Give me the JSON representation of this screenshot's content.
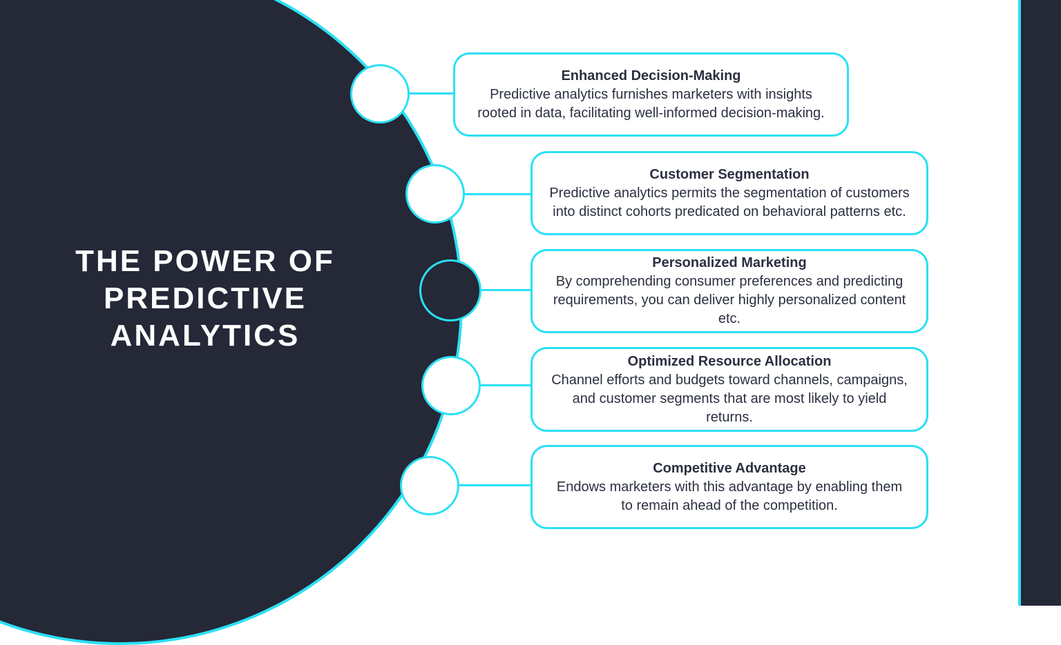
{
  "colors": {
    "dark": "#242837",
    "cyan": "#2be0f5",
    "text": "#2b3040",
    "white": "#ffffff"
  },
  "title": {
    "lines": [
      "THE POWER OF",
      "PREDICTIVE",
      "ANALYTICS"
    ]
  },
  "items": [
    {
      "title": "Enhanced Decision-Making",
      "body": "Predictive analytics furnishes marketers with insights rooted in data, facilitating well-informed decision-making."
    },
    {
      "title": "Customer Segmentation",
      "body": "Predictive analytics permits the segmentation of customers into distinct cohorts predicated on behavioral patterns etc."
    },
    {
      "title": "Personalized Marketing",
      "body": "By comprehending consumer preferences and predicting requirements, you can deliver highly personalized content etc."
    },
    {
      "title": "Optimized Resource Allocation",
      "body": "Channel efforts and budgets toward channels, campaigns, and customer segments that are most likely to yield returns."
    },
    {
      "title": "Competitive Advantage",
      "body": "Endows marketers with this advantage by enabling them to remain ahead of the competition."
    }
  ]
}
